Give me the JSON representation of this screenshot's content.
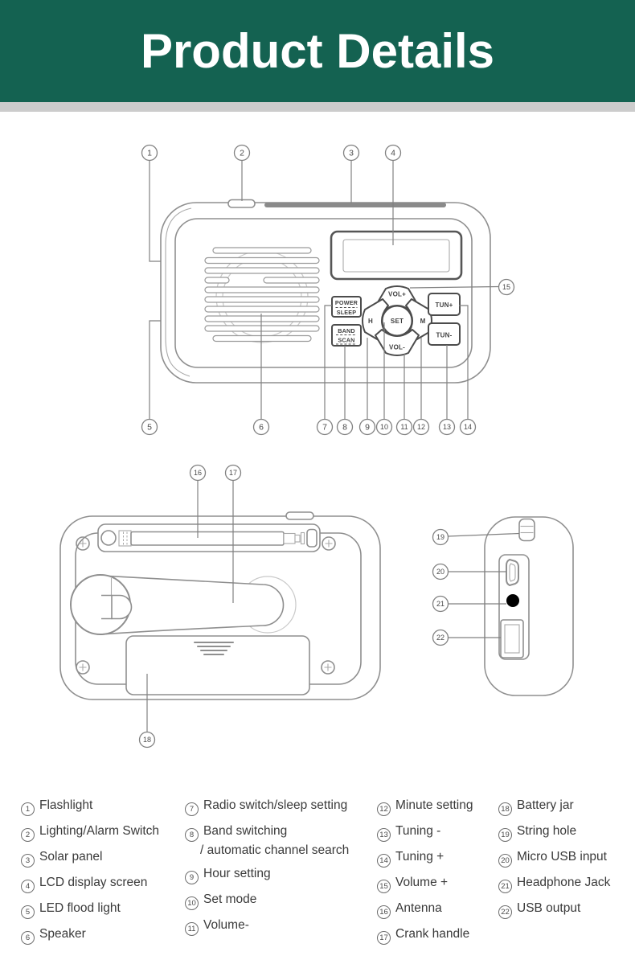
{
  "header": {
    "title": "Product Details"
  },
  "colors": {
    "header_green": "#146251",
    "divider_gray": "#cccccc",
    "outline_gray": "#8f8f8f"
  },
  "device_labels": {
    "power": "POWER",
    "sleep": "SLEEP",
    "band": "BAND",
    "scan": "SCAN",
    "vol_plus": "VOL+",
    "vol_minus": "VOL-",
    "hour": "H",
    "minute": "M",
    "set": "SET",
    "tun_plus": "TUN+",
    "tun_minus": "TUN-"
  },
  "callouts": {
    "n1": "1",
    "n2": "2",
    "n3": "3",
    "n4": "4",
    "n5": "5",
    "n6": "6",
    "n7": "7",
    "n8": "8",
    "n9": "9",
    "n10": "10",
    "n11": "11",
    "n12": "12",
    "n13": "13",
    "n14": "14",
    "n15": "15",
    "n16": "16",
    "n17": "17",
    "n18": "18",
    "n19": "19",
    "n20": "20",
    "n21": "21",
    "n22": "22"
  },
  "legend": {
    "col1": [
      {
        "num": "1",
        "label": "Flashlight"
      },
      {
        "num": "2",
        "label": "Lighting/Alarm Switch"
      },
      {
        "num": "3",
        "label": "Solar panel"
      },
      {
        "num": "4",
        "label": "LCD display screen"
      },
      {
        "num": "5",
        "label": "LED flood light"
      },
      {
        "num": "6",
        "label": "Speaker"
      }
    ],
    "col2": [
      {
        "num": "7",
        "label": "Radio switch/sleep setting"
      },
      {
        "num": "8",
        "label": "Band switching",
        "label2": "/ automatic channel search"
      },
      {
        "num": "9",
        "label": "Hour setting"
      },
      {
        "num": "10",
        "label": "Set mode"
      },
      {
        "num": "11",
        "label": "Volume-"
      }
    ],
    "col3": [
      {
        "num": "12",
        "label": "Minute setting"
      },
      {
        "num": "13",
        "label": "Tuning -"
      },
      {
        "num": "14",
        "label": "Tuning +"
      },
      {
        "num": "15",
        "label": "Volume +"
      },
      {
        "num": "16",
        "label": "Antenna"
      },
      {
        "num": "17",
        "label": "Crank handle"
      }
    ],
    "col4": [
      {
        "num": "18",
        "label": "Battery jar"
      },
      {
        "num": "19",
        "label": "String hole"
      },
      {
        "num": "20",
        "label": "Micro USB input"
      },
      {
        "num": "21",
        "label": "Headphone Jack"
      },
      {
        "num": "22",
        "label": "USB output"
      }
    ]
  }
}
